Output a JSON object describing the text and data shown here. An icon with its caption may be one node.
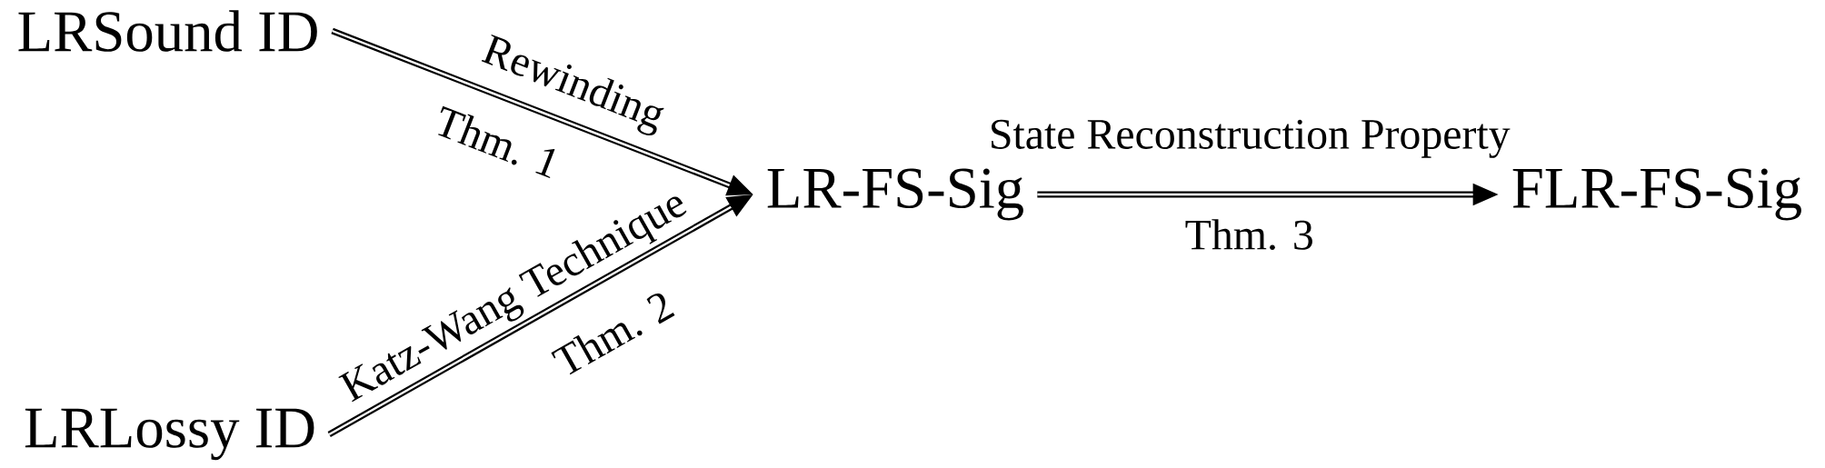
{
  "diagram": {
    "nodes": [
      {
        "text": [
          "LRSound ID"
        ]
      },
      {
        "text": [
          "LRLossy ID"
        ]
      },
      {
        "text": [
          "LR-FS-Sig"
        ]
      },
      {
        "text": [
          "FLR-FS-Sig"
        ]
      }
    ],
    "edges": [
      {
        "from": 0,
        "to": 2,
        "arrow": "to",
        "label": "Rewinding"
      },
      {
        "from": 1,
        "to": 2,
        "arrow": "to",
        "label": "Katz-Wang Technique"
      },
      {
        "from": 2,
        "to": 3,
        "arrow": "to",
        "label": "State Reconstruction Property"
      }
    ],
    "labels": [
      "Thm. 1",
      "Thm. 2",
      "Thm. 3"
    ]
  }
}
